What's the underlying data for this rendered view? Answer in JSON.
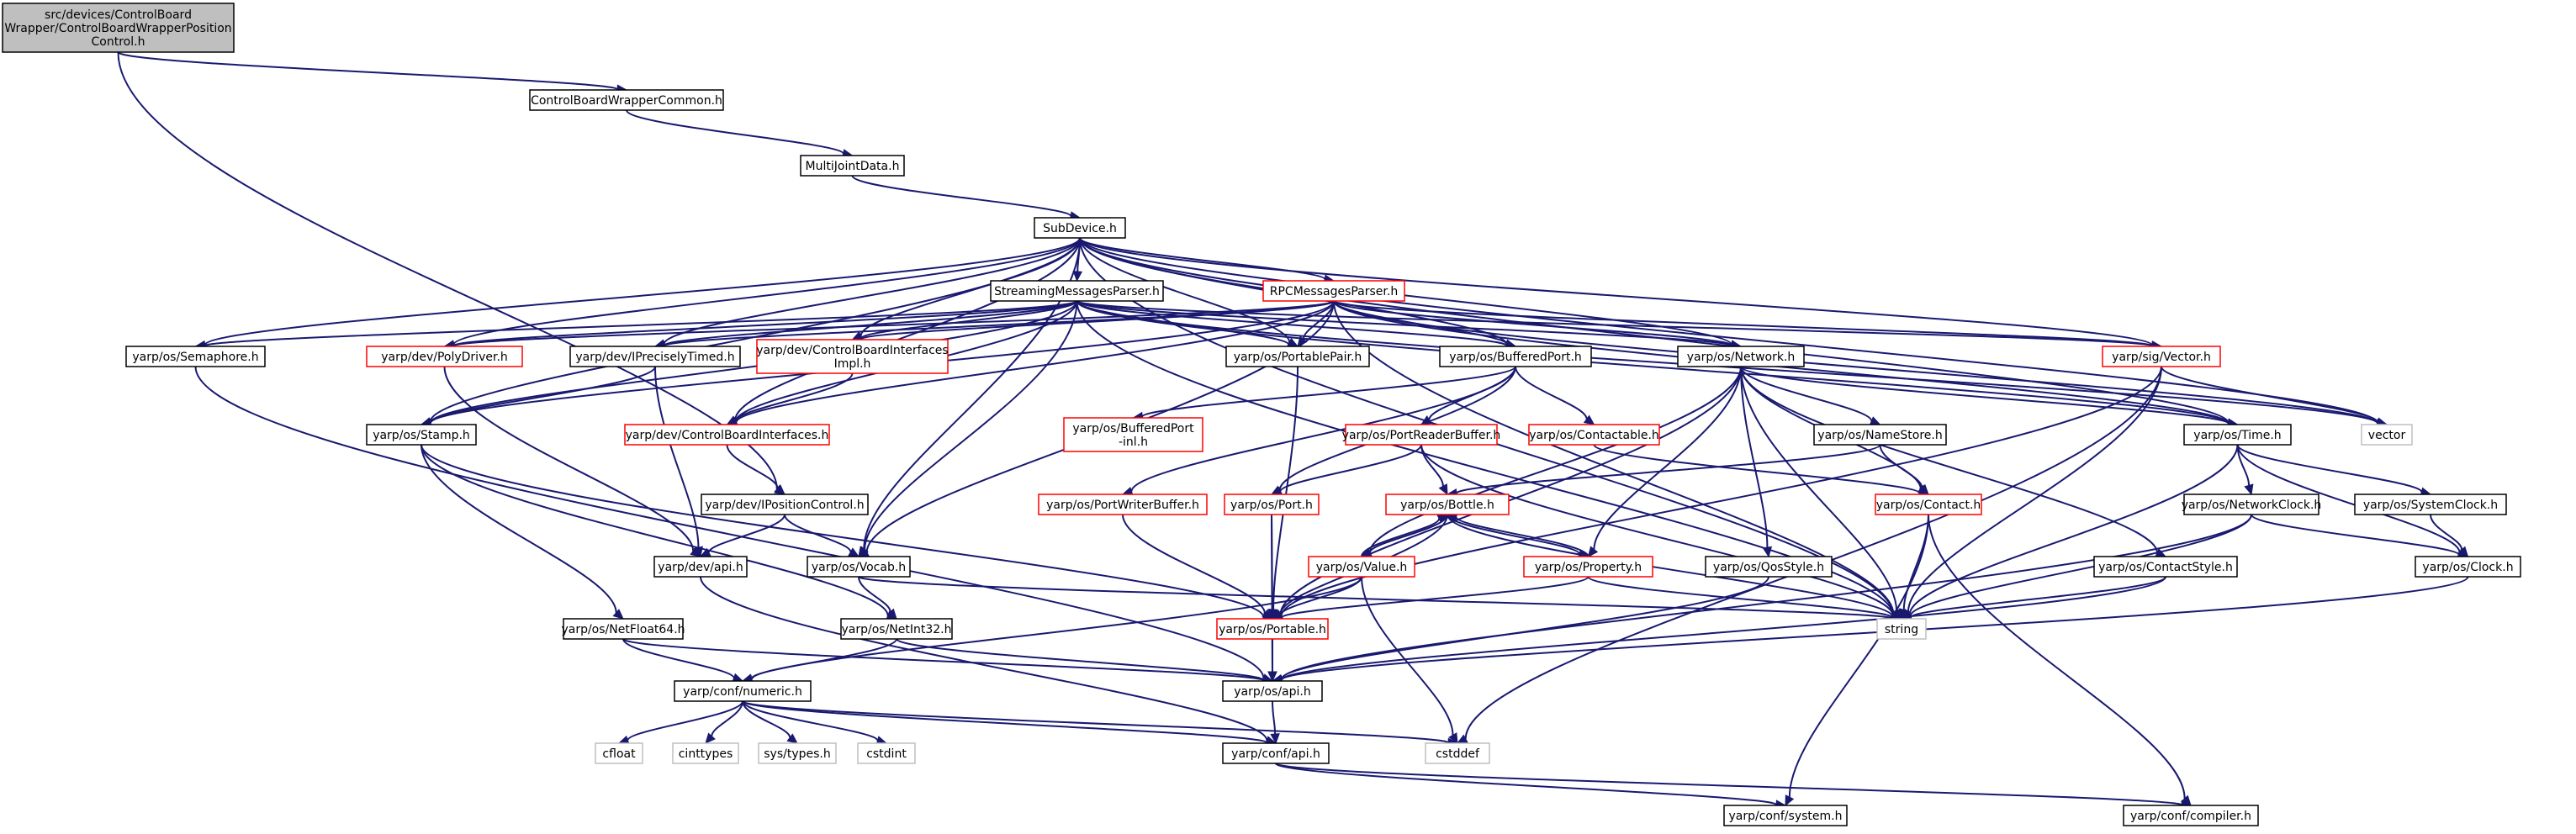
{
  "colors": {
    "edge": "#191970",
    "normal_border": "#000000",
    "red_border": "#ff0000",
    "gray_border": "#bfbfbf",
    "root_fill": "#bfbfbf",
    "fill": "#ffffff"
  },
  "nodes": [
    {
      "id": "root",
      "lines": [
        "src/devices/ControlBoard",
        "Wrapper/ControlBoardWrapperPosition",
        "Control.h"
      ],
      "style": "root"
    },
    {
      "id": "cbwc",
      "lines": [
        "ControlBoardWrapperCommon.h"
      ],
      "style": "normal"
    },
    {
      "id": "mjd",
      "lines": [
        "MultiJointData.h"
      ],
      "style": "normal"
    },
    {
      "id": "sub",
      "lines": [
        "SubDevice.h"
      ],
      "style": "normal"
    },
    {
      "id": "smp",
      "lines": [
        "StreamingMessagesParser.h"
      ],
      "style": "normal"
    },
    {
      "id": "rpc",
      "lines": [
        "RPCMessagesParser.h"
      ],
      "style": "red"
    },
    {
      "id": "sem",
      "lines": [
        "yarp/os/Semaphore.h"
      ],
      "style": "normal"
    },
    {
      "id": "poly",
      "lines": [
        "yarp/dev/PolyDriver.h"
      ],
      "style": "red"
    },
    {
      "id": "ipt",
      "lines": [
        "yarp/dev/IPreciselyTimed.h"
      ],
      "style": "normal"
    },
    {
      "id": "cbii",
      "lines": [
        "yarp/dev/ControlBoardInterfaces",
        "Impl.h"
      ],
      "style": "red"
    },
    {
      "id": "pp",
      "lines": [
        "yarp/os/PortablePair.h"
      ],
      "style": "normal"
    },
    {
      "id": "bp",
      "lines": [
        "yarp/os/BufferedPort.h"
      ],
      "style": "normal"
    },
    {
      "id": "net",
      "lines": [
        "yarp/os/Network.h"
      ],
      "style": "normal"
    },
    {
      "id": "vec",
      "lines": [
        "yarp/sig/Vector.h"
      ],
      "style": "red"
    },
    {
      "id": "vector",
      "lines": [
        "vector"
      ],
      "style": "gray"
    },
    {
      "id": "stamp",
      "lines": [
        "yarp/os/Stamp.h"
      ],
      "style": "normal"
    },
    {
      "id": "cbi",
      "lines": [
        "yarp/dev/ControlBoardInterfaces.h"
      ],
      "style": "red"
    },
    {
      "id": "bpinl",
      "lines": [
        "yarp/os/BufferedPort",
        "-inl.h"
      ],
      "style": "red"
    },
    {
      "id": "prb",
      "lines": [
        "yarp/os/PortReaderBuffer.h"
      ],
      "style": "red"
    },
    {
      "id": "ctb",
      "lines": [
        "yarp/os/Contactable.h"
      ],
      "style": "red"
    },
    {
      "id": "ns",
      "lines": [
        "yarp/os/NameStore.h"
      ],
      "style": "normal"
    },
    {
      "id": "time",
      "lines": [
        "yarp/os/Time.h"
      ],
      "style": "normal"
    },
    {
      "id": "ipc",
      "lines": [
        "yarp/dev/IPositionControl.h"
      ],
      "style": "normal"
    },
    {
      "id": "pwb",
      "lines": [
        "yarp/os/PortWriterBuffer.h"
      ],
      "style": "red"
    },
    {
      "id": "port",
      "lines": [
        "yarp/os/Port.h"
      ],
      "style": "red"
    },
    {
      "id": "bottle",
      "lines": [
        "yarp/os/Bottle.h"
      ],
      "style": "red"
    },
    {
      "id": "contact",
      "lines": [
        "yarp/os/Contact.h"
      ],
      "style": "red"
    },
    {
      "id": "nc",
      "lines": [
        "yarp/os/NetworkClock.h"
      ],
      "style": "normal"
    },
    {
      "id": "sc",
      "lines": [
        "yarp/os/SystemClock.h"
      ],
      "style": "normal"
    },
    {
      "id": "devapi",
      "lines": [
        "yarp/dev/api.h"
      ],
      "style": "normal"
    },
    {
      "id": "vocab",
      "lines": [
        "yarp/os/Vocab.h"
      ],
      "style": "normal"
    },
    {
      "id": "value",
      "lines": [
        "yarp/os/Value.h"
      ],
      "style": "red"
    },
    {
      "id": "prop",
      "lines": [
        "yarp/os/Property.h"
      ],
      "style": "red"
    },
    {
      "id": "qos",
      "lines": [
        "yarp/os/QosStyle.h"
      ],
      "style": "normal"
    },
    {
      "id": "cstyle",
      "lines": [
        "yarp/os/ContactStyle.h"
      ],
      "style": "normal"
    },
    {
      "id": "clock",
      "lines": [
        "yarp/os/Clock.h"
      ],
      "style": "normal"
    },
    {
      "id": "nf64",
      "lines": [
        "yarp/os/NetFloat64.h"
      ],
      "style": "normal"
    },
    {
      "id": "ni32",
      "lines": [
        "yarp/os/NetInt32.h"
      ],
      "style": "normal"
    },
    {
      "id": "portable",
      "lines": [
        "yarp/os/Portable.h"
      ],
      "style": "red"
    },
    {
      "id": "string",
      "lines": [
        "string"
      ],
      "style": "gray"
    },
    {
      "id": "numeric",
      "lines": [
        "yarp/conf/numeric.h"
      ],
      "style": "normal"
    },
    {
      "id": "osapi",
      "lines": [
        "yarp/os/api.h"
      ],
      "style": "normal"
    },
    {
      "id": "cfloat",
      "lines": [
        "cfloat"
      ],
      "style": "gray"
    },
    {
      "id": "cinttypes",
      "lines": [
        "cinttypes"
      ],
      "style": "gray"
    },
    {
      "id": "systypes",
      "lines": [
        "sys/types.h"
      ],
      "style": "gray"
    },
    {
      "id": "cstdint",
      "lines": [
        "cstdint"
      ],
      "style": "gray"
    },
    {
      "id": "cstddef",
      "lines": [
        "cstddef"
      ],
      "style": "gray"
    },
    {
      "id": "confapi",
      "lines": [
        "yarp/conf/api.h"
      ],
      "style": "normal"
    },
    {
      "id": "system",
      "lines": [
        "yarp/conf/system.h"
      ],
      "style": "normal"
    },
    {
      "id": "compiler",
      "lines": [
        "yarp/conf/compiler.h"
      ],
      "style": "normal"
    }
  ],
  "edges": [
    [
      "root",
      "cbwc"
    ],
    [
      "root",
      "ipc"
    ],
    [
      "cbwc",
      "mjd"
    ],
    [
      "mjd",
      "sub"
    ],
    [
      "sub",
      "smp"
    ],
    [
      "sub",
      "rpc"
    ],
    [
      "sub",
      "sem"
    ],
    [
      "sub",
      "poly"
    ],
    [
      "sub",
      "ipt"
    ],
    [
      "sub",
      "cbii"
    ],
    [
      "sub",
      "pp"
    ],
    [
      "sub",
      "bp"
    ],
    [
      "sub",
      "net"
    ],
    [
      "sub",
      "vec"
    ],
    [
      "sub",
      "vector"
    ],
    [
      "sub",
      "stamp"
    ],
    [
      "sub",
      "cbi"
    ],
    [
      "sub",
      "time"
    ],
    [
      "sub",
      "vocab"
    ],
    [
      "sub",
      "string"
    ],
    [
      "smp",
      "poly"
    ],
    [
      "smp",
      "ipt"
    ],
    [
      "smp",
      "cbii"
    ],
    [
      "smp",
      "pp"
    ],
    [
      "smp",
      "bp"
    ],
    [
      "smp",
      "net"
    ],
    [
      "smp",
      "vec"
    ],
    [
      "smp",
      "vector"
    ],
    [
      "smp",
      "stamp"
    ],
    [
      "smp",
      "cbi"
    ],
    [
      "smp",
      "time"
    ],
    [
      "smp",
      "sem"
    ],
    [
      "smp",
      "vocab"
    ],
    [
      "smp",
      "string"
    ],
    [
      "rpc",
      "poly"
    ],
    [
      "rpc",
      "ipt"
    ],
    [
      "rpc",
      "cbii"
    ],
    [
      "rpc",
      "pp"
    ],
    [
      "rpc",
      "bp"
    ],
    [
      "rpc",
      "net"
    ],
    [
      "rpc",
      "vec"
    ],
    [
      "rpc",
      "vector"
    ],
    [
      "rpc",
      "stamp"
    ],
    [
      "rpc",
      "cbi"
    ],
    [
      "rpc",
      "time"
    ],
    [
      "rpc",
      "vocab"
    ],
    [
      "rpc",
      "string"
    ],
    [
      "sem",
      "osapi"
    ],
    [
      "poly",
      "devapi"
    ],
    [
      "ipt",
      "stamp"
    ],
    [
      "ipt",
      "devapi"
    ],
    [
      "cbii",
      "cbi"
    ],
    [
      "pp",
      "portable"
    ],
    [
      "bp",
      "bpinl"
    ],
    [
      "bp",
      "prb"
    ],
    [
      "bp",
      "ctb"
    ],
    [
      "bp",
      "pwb"
    ],
    [
      "bp",
      "port"
    ],
    [
      "net",
      "ns"
    ],
    [
      "net",
      "time"
    ],
    [
      "net",
      "contact"
    ],
    [
      "net",
      "qos"
    ],
    [
      "net",
      "cstyle"
    ],
    [
      "net",
      "portable"
    ],
    [
      "net",
      "prop"
    ],
    [
      "net",
      "value"
    ],
    [
      "net",
      "string"
    ],
    [
      "vec",
      "vector"
    ],
    [
      "vec",
      "portable"
    ],
    [
      "vec",
      "string"
    ],
    [
      "vec",
      "cstddef"
    ],
    [
      "stamp",
      "portable"
    ],
    [
      "stamp",
      "nf64"
    ],
    [
      "stamp",
      "ni32"
    ],
    [
      "cbi",
      "ipc"
    ],
    [
      "prb",
      "bottle"
    ],
    [
      "prb",
      "port"
    ],
    [
      "prb",
      "string"
    ],
    [
      "ctb",
      "contact"
    ],
    [
      "ns",
      "contact"
    ],
    [
      "ns",
      "bottle"
    ],
    [
      "time",
      "nc"
    ],
    [
      "time",
      "sc"
    ],
    [
      "time",
      "clock"
    ],
    [
      "time",
      "string"
    ],
    [
      "ipc",
      "vocab"
    ],
    [
      "ipc",
      "devapi"
    ],
    [
      "pwb",
      "portable"
    ],
    [
      "port",
      "portable"
    ],
    [
      "port",
      "osapi"
    ],
    [
      "bottle",
      "value"
    ],
    [
      "bottle",
      "prop"
    ],
    [
      "bottle",
      "portable"
    ],
    [
      "bottle",
      "string"
    ],
    [
      "contact",
      "string"
    ],
    [
      "contact",
      "system"
    ],
    [
      "contact",
      "compiler"
    ],
    [
      "nc",
      "clock"
    ],
    [
      "nc",
      "string"
    ],
    [
      "nc",
      "osapi"
    ],
    [
      "sc",
      "clock"
    ],
    [
      "devapi",
      "confapi"
    ],
    [
      "vocab",
      "ni32"
    ],
    [
      "vocab",
      "string"
    ],
    [
      "value",
      "bottle"
    ],
    [
      "value",
      "portable"
    ],
    [
      "value",
      "numeric"
    ],
    [
      "value",
      "cstddef"
    ],
    [
      "prop",
      "bottle"
    ],
    [
      "prop",
      "portable"
    ],
    [
      "prop",
      "string"
    ],
    [
      "qos",
      "osapi"
    ],
    [
      "cstyle",
      "string"
    ],
    [
      "cstyle",
      "osapi"
    ],
    [
      "clock",
      "osapi"
    ],
    [
      "nf64",
      "numeric"
    ],
    [
      "nf64",
      "osapi"
    ],
    [
      "ni32",
      "numeric"
    ],
    [
      "ni32",
      "osapi"
    ],
    [
      "portable",
      "osapi"
    ],
    [
      "numeric",
      "cfloat"
    ],
    [
      "numeric",
      "cinttypes"
    ],
    [
      "numeric",
      "systypes"
    ],
    [
      "numeric",
      "cstdint"
    ],
    [
      "numeric",
      "cstddef"
    ],
    [
      "numeric",
      "confapi"
    ],
    [
      "osapi",
      "confapi"
    ],
    [
      "confapi",
      "system"
    ],
    [
      "confapi",
      "compiler"
    ]
  ]
}
